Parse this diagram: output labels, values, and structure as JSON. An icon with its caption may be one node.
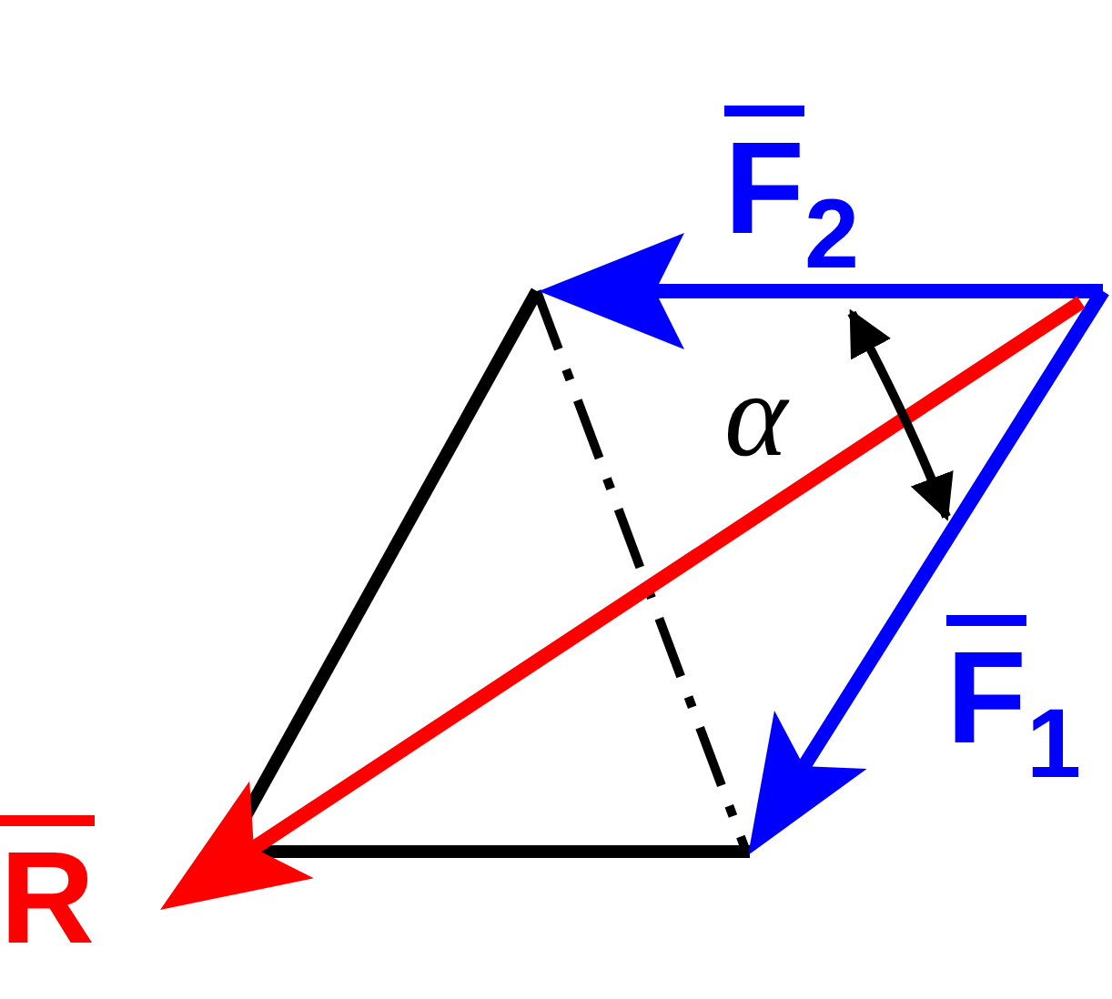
{
  "diagram": {
    "labels": [
      "F$_{2}$",
      "α",
      "F$_{1}$",
      "R"
    ]
  }
}
